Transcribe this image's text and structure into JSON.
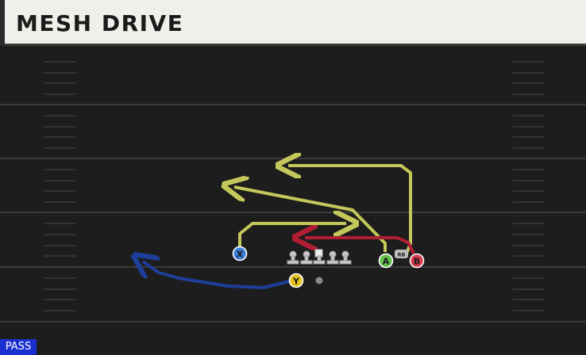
{
  "play": {
    "title": "MESH DRIVE",
    "type_badge": "PASS"
  },
  "players": [
    {
      "label": "X",
      "color": "#3d7fd8"
    },
    {
      "label": "Y",
      "color": "#e6c41f"
    },
    {
      "label": "A",
      "color": "#63c24f"
    },
    {
      "label": "B",
      "color": "#d93b4f"
    },
    {
      "label": "RB",
      "color": "#bdbdbd"
    }
  ],
  "routes": {
    "colors": {
      "yellow": "#c4c85a",
      "red": "#b01e35",
      "blue": "#1d3f9a"
    }
  }
}
